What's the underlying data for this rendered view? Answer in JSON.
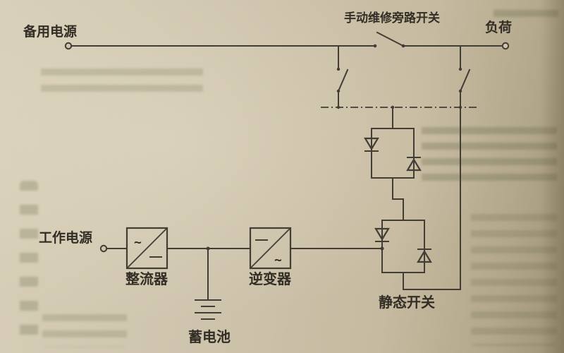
{
  "colors": {
    "paper": "#cdc3ac",
    "line": "#423d35",
    "text": "#322d25"
  },
  "diagram": {
    "labels": {
      "backup_power": "备用电源",
      "manual_bypass_switch": "手动维修旁路开关",
      "load": "负荷",
      "working_power": "工作电源",
      "rectifier": "整流器",
      "inverter": "逆变器",
      "battery": "蓄电池",
      "static_switch": "静态开关"
    },
    "symbols": {
      "rectifier_ac": "~",
      "inverter_ac": "~"
    }
  }
}
